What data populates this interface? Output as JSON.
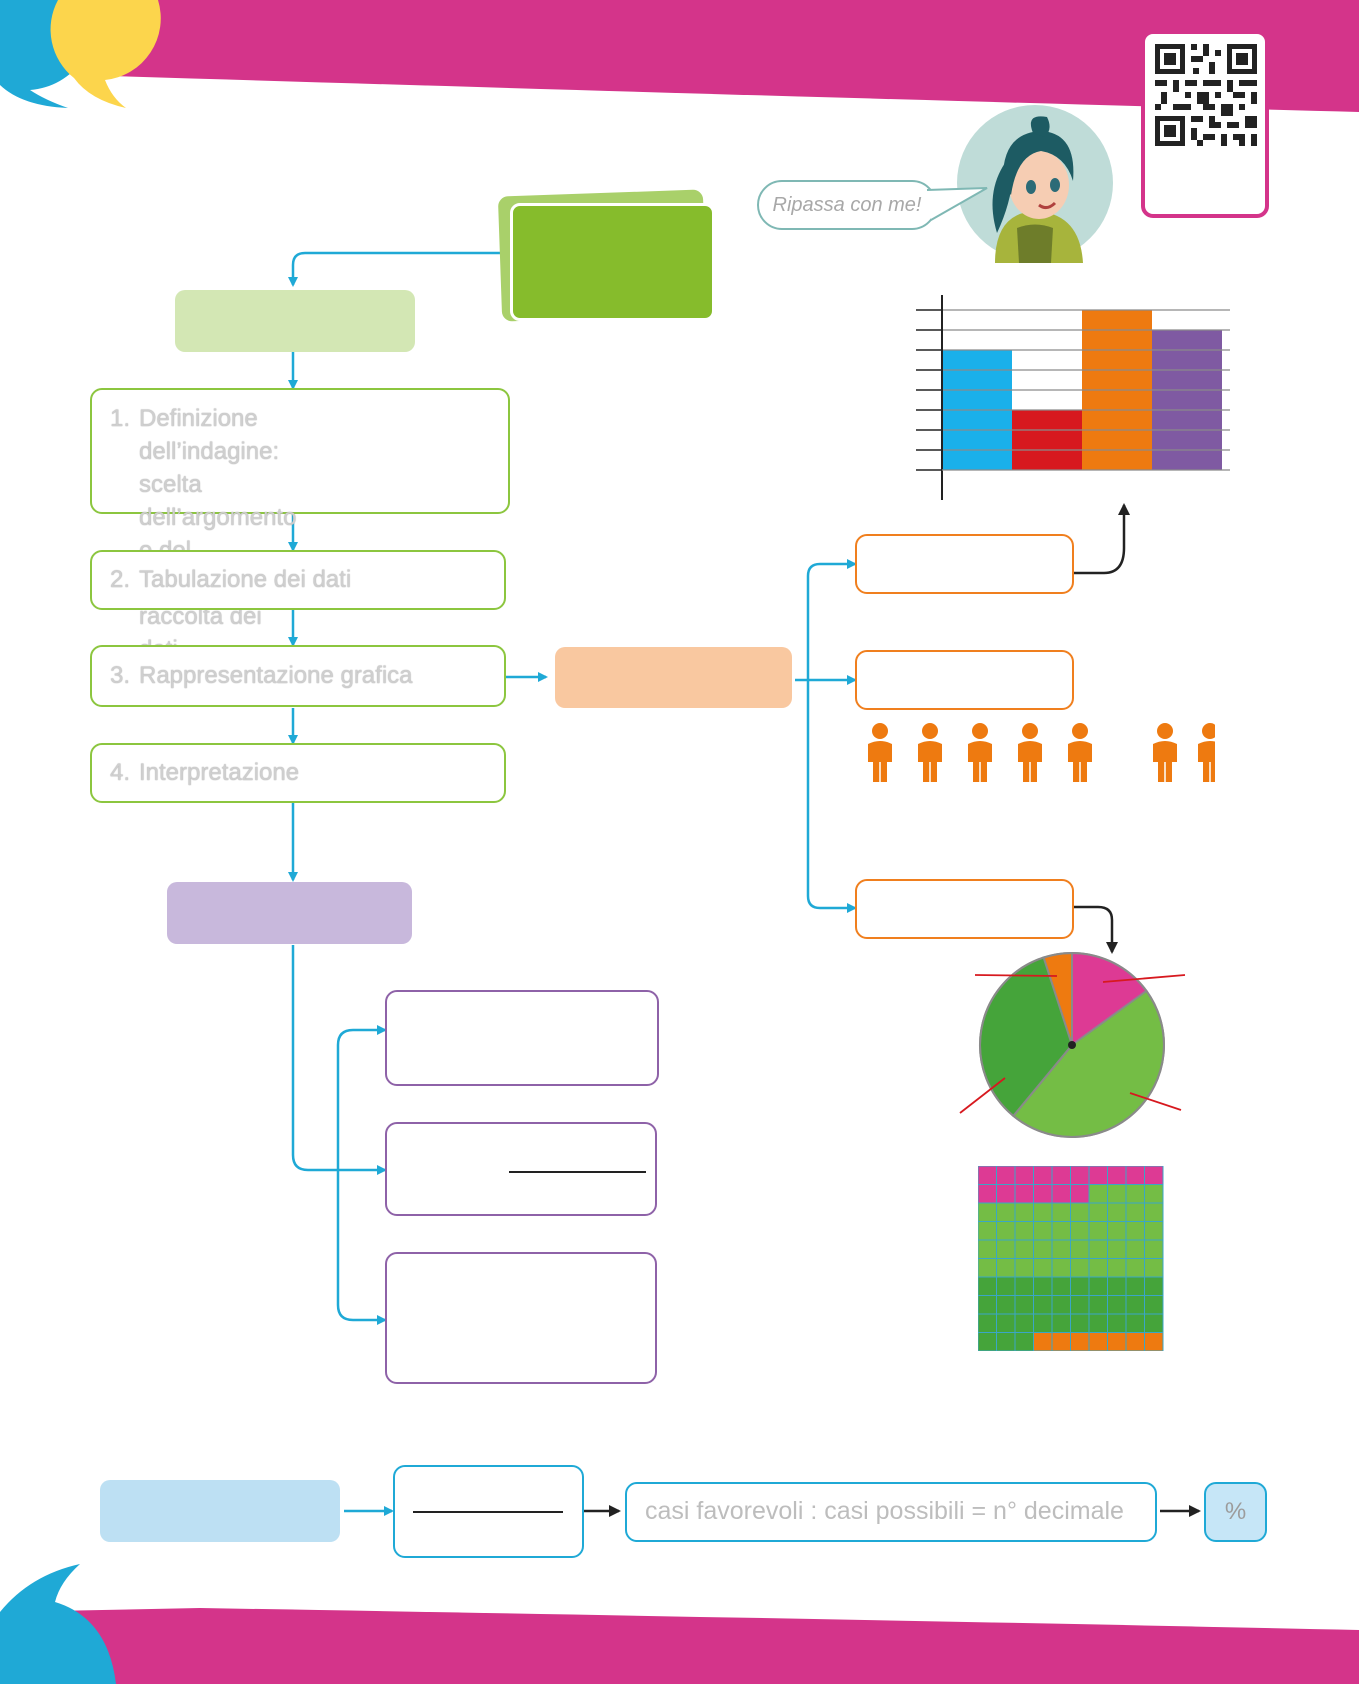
{
  "speech_bubble": {
    "text": "Ripassa con me!"
  },
  "steps": [
    {
      "num": "1.",
      "text": "Definizione dell’indagine:\nscelta dell’argomento e del\ncampione e raccolta dei dati"
    },
    {
      "num": "2.",
      "text": "Tabulazione dei dati"
    },
    {
      "num": "3.",
      "text": "Rappresentazione grafica"
    },
    {
      "num": "4.",
      "text": "Interpretazione"
    }
  ],
  "probability_formula": "casi favorevoli : casi possibili = n° decimale",
  "percent_box": "%",
  "colors": {
    "magenta": "#d4348a",
    "cyan": "#1fa9d6",
    "yellow": "#fcd54c",
    "green": "#8cc63f",
    "orange": "#f07f1e",
    "purple": "#8e62a8",
    "red": "#d7191f",
    "violet": "#7f5aa2"
  },
  "icons": [
    "qr-code-icon",
    "person-icon",
    "speech-quote-icon"
  ],
  "chart_data": [
    {
      "type": "bar",
      "categories": [
        "",
        "",
        "",
        ""
      ],
      "values": [
        6,
        3,
        8,
        7
      ],
      "ylim": [
        0,
        8
      ],
      "grid": true,
      "colors": [
        "#1ab0ea",
        "#d7191f",
        "#ee7a10",
        "#7f5aa2"
      ]
    },
    {
      "type": "pie",
      "values": [
        5,
        15,
        46,
        34
      ],
      "colors": [
        "#ee7a10",
        "#dd3a94",
        "#74bd45",
        "#45a43a"
      ]
    },
    {
      "type": "heatmap",
      "rows": 10,
      "cols": 10,
      "counts": {
        "magenta": 16,
        "green": 77,
        "orange": 7
      },
      "colors": {
        "magenta": "#dd3a94",
        "light_green": "#74bd45",
        "dark_green": "#45a43a",
        "orange": "#ee7a10"
      }
    }
  ]
}
